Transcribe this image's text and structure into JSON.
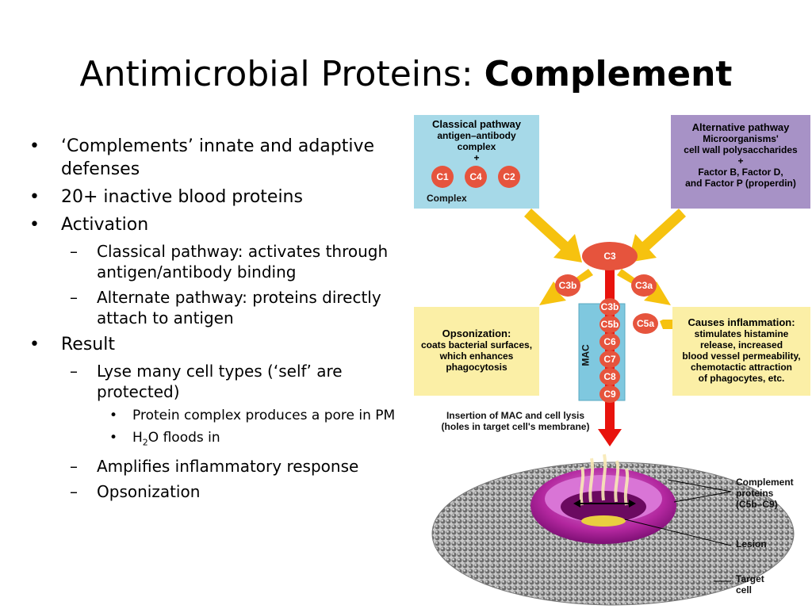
{
  "slide": {
    "title_normal": "Antimicrobial Proteins: ",
    "title_bold": "Complement"
  },
  "bullets": {
    "b1": "‘Complements’ innate and adaptive defenses",
    "b2": "20+ inactive blood proteins",
    "b3": "Activation",
    "b3_1": "Classical pathway: activates through antigen/antibody binding",
    "b3_2": "Alternate pathway: proteins directly attach to antigen",
    "b4": "Result",
    "b4_1": "Lyse many cell types (‘self’ are protected)",
    "b4_1_1": "Protein complex produces a pore in PM",
    "b4_1_2_pre": "H",
    "b4_1_2_sub": "2",
    "b4_1_2_post": "O floods in",
    "b4_2": "Amplifies inflammatory response",
    "b4_3": "Opsonization"
  },
  "figure": {
    "classical_title": "Classical pathway",
    "classical_line1": "antigen–antibody",
    "classical_line2": "complex",
    "plus": "+",
    "c1": "C1",
    "c4": "C4",
    "c2": "C2",
    "complex": "Complex",
    "alt_title": "Alternative pathway",
    "alt_line1": "Microorganisms'",
    "alt_line2": "cell wall polysaccharides",
    "alt_line3": "Factor B, Factor D,",
    "alt_line4": "and Factor P (properdin)",
    "c3": "C3",
    "c3b_left": "C3b",
    "c3a": "C3a",
    "c5a": "C5a",
    "mac_label": "MAC",
    "mac_stack": [
      "C3b",
      "C5b",
      "C6",
      "C7",
      "C8",
      "C9"
    ],
    "opson_title": "Opsonization:",
    "opson_line1": "coats bacterial surfaces,",
    "opson_line2": "which enhances",
    "opson_line3": "phagocytosis",
    "inflam_title": "Causes inflammation:",
    "inflam_line1": "stimulates histamine",
    "inflam_line2": "release, increased",
    "inflam_line3": "blood vessel permeability,",
    "inflam_line4": "chemotactic attraction",
    "inflam_line5": "of phagocytes, etc.",
    "insertion_line1": "Insertion of MAC and cell lysis",
    "insertion_line2": "(holes in target cell's membrane)",
    "comp_label_1": "Complement",
    "comp_label_2": "proteins",
    "comp_label_3": "(C5b–C9)",
    "lesion": "Lesion",
    "target_1": "Target",
    "target_2": "cell"
  },
  "colors": {
    "classical_box": "#a6d9e8",
    "alt_box": "#a792c6",
    "yellow_box": "#fbefa6",
    "circle_red": "#e6543d",
    "arrow_yellow": "#f6c20f",
    "arrow_red": "#e8130d",
    "mac_column": "#7fc8df"
  }
}
